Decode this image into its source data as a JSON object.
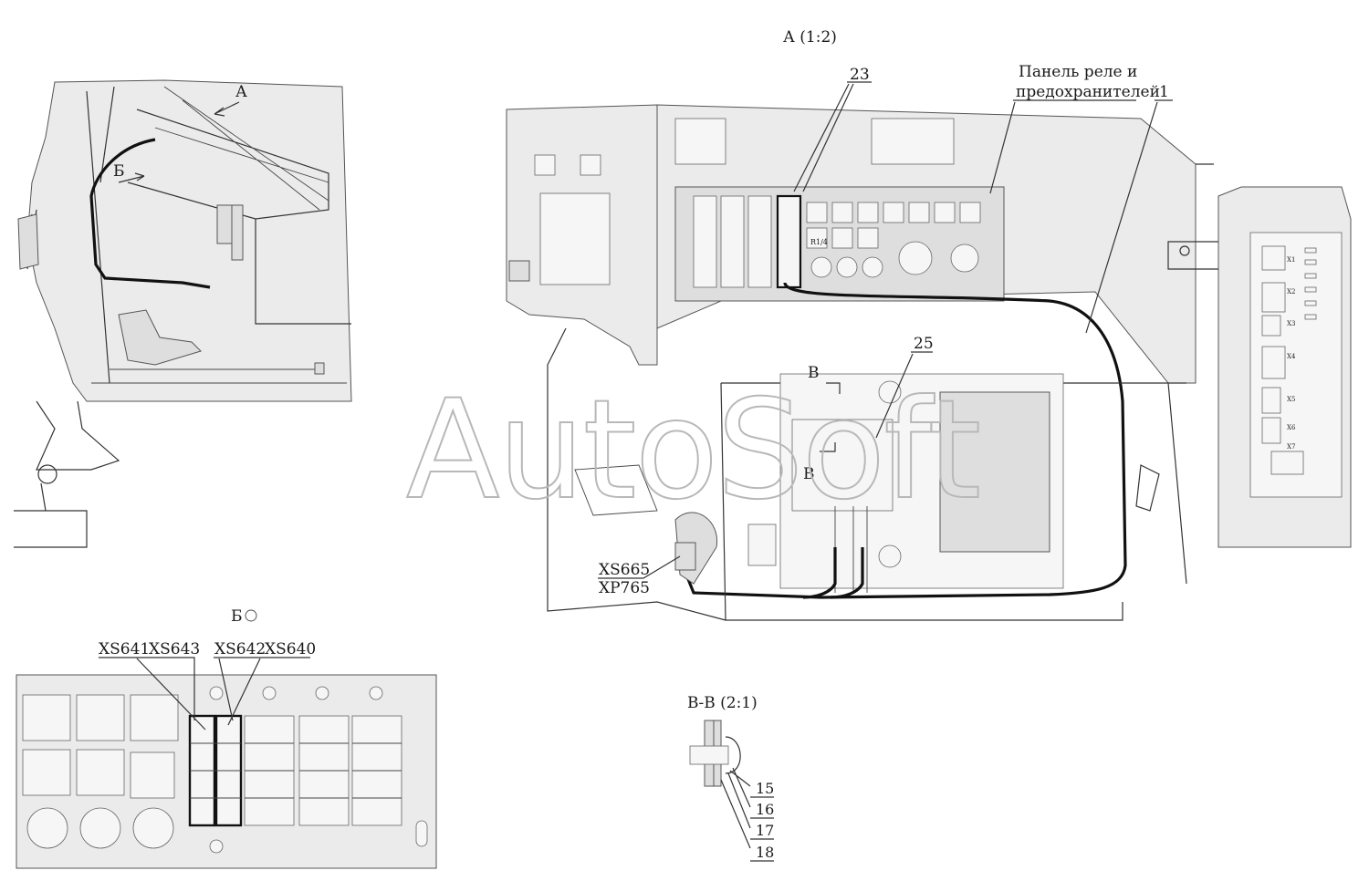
{
  "labels": {
    "view_a_title": "А (1:2)",
    "view_b_title": "Б",
    "section_title": "В-В (2:1)",
    "arrow_a": "А",
    "arrow_b": "Б",
    "relay_panel_line1": "Панель реле и",
    "relay_panel_line2": "предохранителей",
    "callout_23": "23",
    "callout_1": "1",
    "callout_25": "25",
    "section_mark_top": "В",
    "section_mark_bottom": "В",
    "xs665": "XS665",
    "xp765": "XP765",
    "xs641": "XS641",
    "xs643": "XS643",
    "xs642": "XS642",
    "xs640": "XS640",
    "part_15": "15",
    "part_16": "16",
    "part_17": "17",
    "part_18": "18",
    "fuse_block_label": "R1/4",
    "connectors": [
      "X1",
      "X2",
      "X3",
      "X4",
      "X5",
      "X6",
      "X7"
    ]
  },
  "watermark": "AutoSoft",
  "colors": {
    "line": "#333333",
    "panel_fill": "#ebebeb",
    "background": "#ffffff",
    "watermark": "#b8b8b8"
  }
}
